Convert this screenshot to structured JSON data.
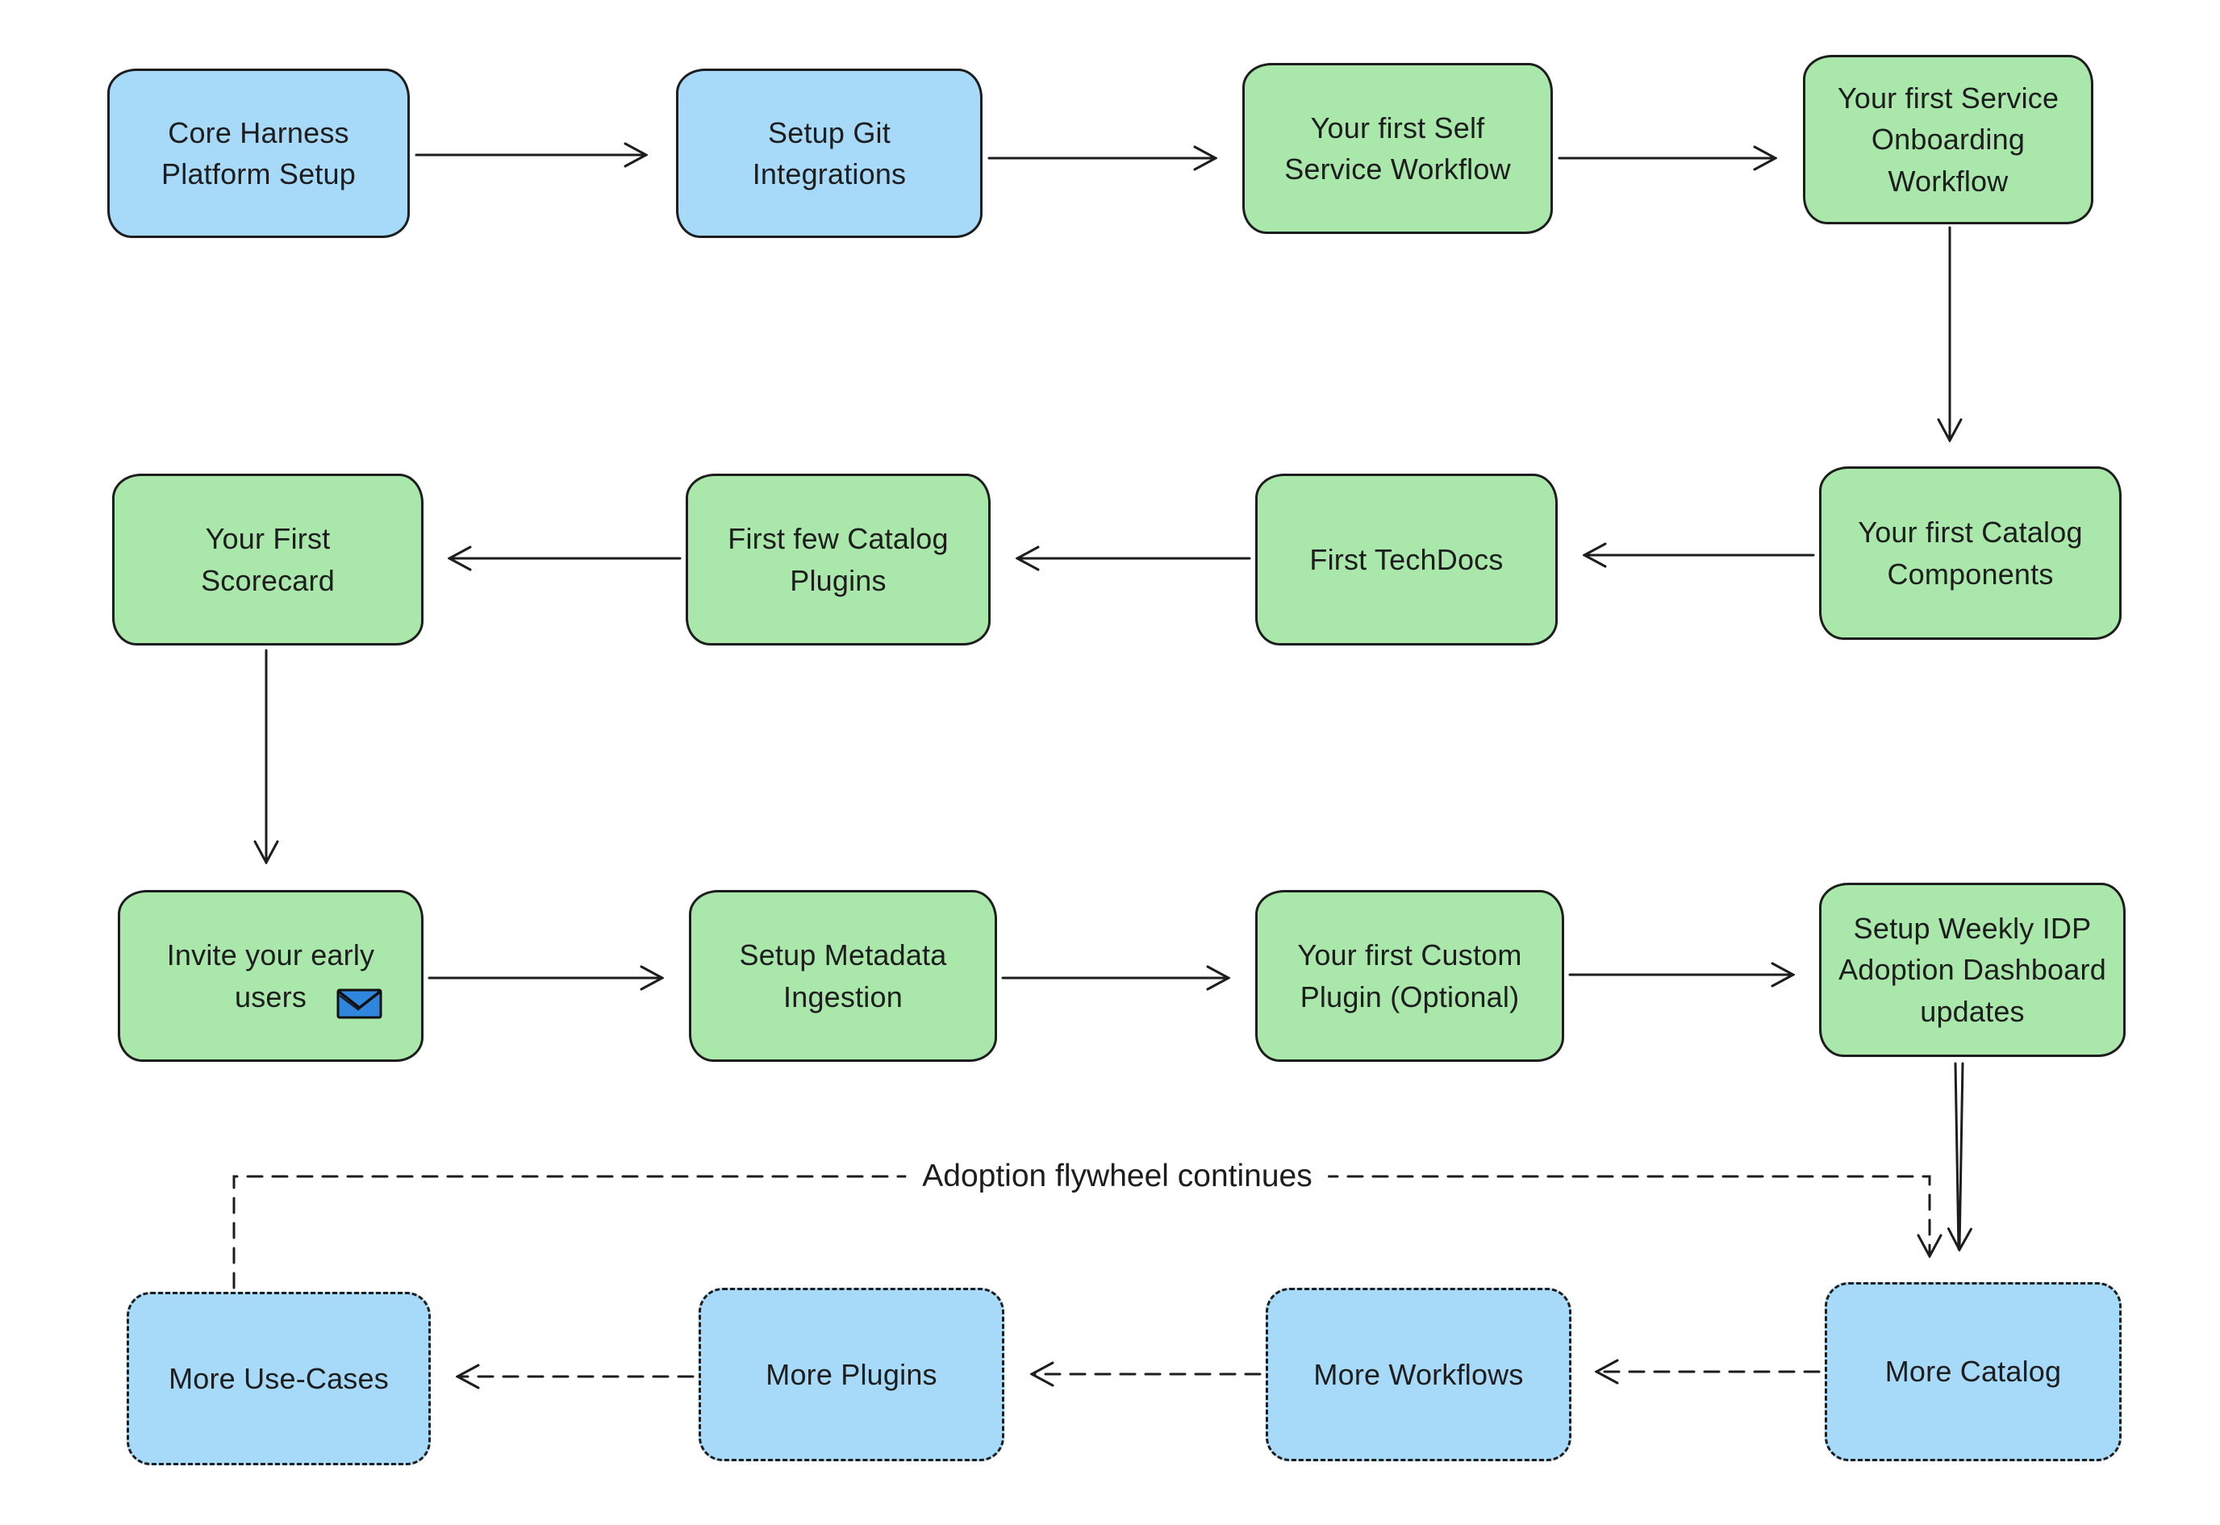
{
  "colors": {
    "background": "#ffffff",
    "blue_fill": "#a7d9f8",
    "green_fill": "#a9e7ab",
    "stroke": "#1d1d1d",
    "envelope_blue": "#2e86de"
  },
  "flywheel_label": "Adoption flywheel continues",
  "nodes": [
    {
      "id": "core-harness-platform-setup",
      "label": "Core Harness Platform Setup",
      "color": "blue",
      "border": "solid"
    },
    {
      "id": "setup-git-integrations",
      "label": "Setup Git Integrations",
      "color": "blue",
      "border": "solid"
    },
    {
      "id": "first-self-service-workflow",
      "label": "Your first Self Service Workflow",
      "color": "green",
      "border": "solid"
    },
    {
      "id": "first-service-onboarding-workflow",
      "label": "Your first Service Onboarding Workflow",
      "color": "green",
      "border": "solid"
    },
    {
      "id": "first-catalog-components",
      "label": "Your first Catalog Components",
      "color": "green",
      "border": "solid"
    },
    {
      "id": "first-techdocs",
      "label": "First TechDocs",
      "color": "green",
      "border": "solid"
    },
    {
      "id": "first-few-catalog-plugins",
      "label": "First few Catalog Plugins",
      "color": "green",
      "border": "solid"
    },
    {
      "id": "your-first-scorecard",
      "label": "Your First Scorecard",
      "color": "green",
      "border": "solid"
    },
    {
      "id": "invite-your-early-users",
      "label": "Invite your early users",
      "color": "green",
      "border": "solid",
      "icon": "envelope-icon"
    },
    {
      "id": "setup-metadata-ingestion",
      "label": "Setup Metadata Ingestion",
      "color": "green",
      "border": "solid"
    },
    {
      "id": "first-custom-plugin-optional",
      "label": "Your first Custom Plugin (Optional)",
      "color": "green",
      "border": "solid"
    },
    {
      "id": "setup-weekly-idp-adoption-dashboard-updates",
      "label": "Setup Weekly IDP Adoption Dashboard updates",
      "color": "green",
      "border": "solid"
    },
    {
      "id": "more-catalog",
      "label": "More Catalog",
      "color": "blue",
      "border": "dashed"
    },
    {
      "id": "more-workflows",
      "label": "More Workflows",
      "color": "blue",
      "border": "dashed"
    },
    {
      "id": "more-plugins",
      "label": "More Plugins",
      "color": "blue",
      "border": "dashed"
    },
    {
      "id": "more-use-cases",
      "label": "More Use-Cases",
      "color": "blue",
      "border": "dashed"
    }
  ]
}
